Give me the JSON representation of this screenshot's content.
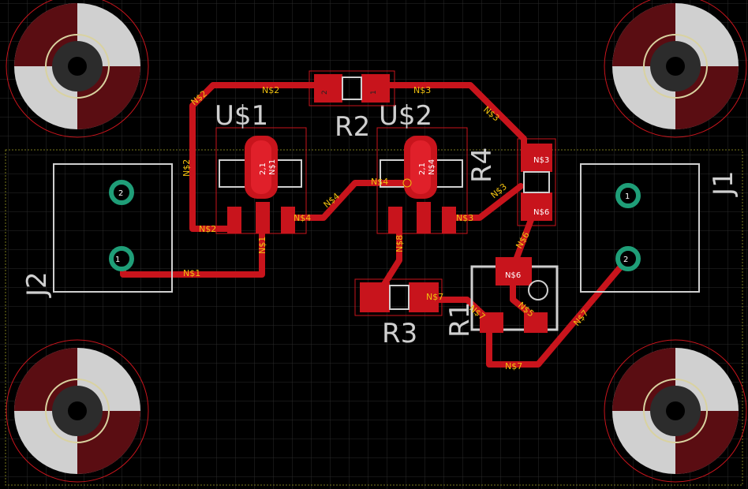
{
  "board": {
    "labels": {
      "u1": "U$1",
      "u2": "U$2",
      "r1": "R1",
      "r2": "R2",
      "r3": "R3",
      "r4": "R4",
      "j1": "J1",
      "j2": "J2"
    },
    "nets": {
      "n1": "N$1",
      "n2": "N$2",
      "n3": "N$3",
      "n4": "N$4",
      "n5": "N$5",
      "n6": "N$6",
      "n7": "N$7",
      "n8": "N$8"
    },
    "pins": {
      "one": "1",
      "two": "2",
      "u_pins": "2,1"
    },
    "colors": {
      "background": "#000000",
      "grid": "#2a2a2a",
      "copper": "#c8141c",
      "silkscreen": "#cfcfcf",
      "net_label": "#f0c010",
      "via": "#1f9e78",
      "board_outline": "#7a7a1c"
    }
  }
}
